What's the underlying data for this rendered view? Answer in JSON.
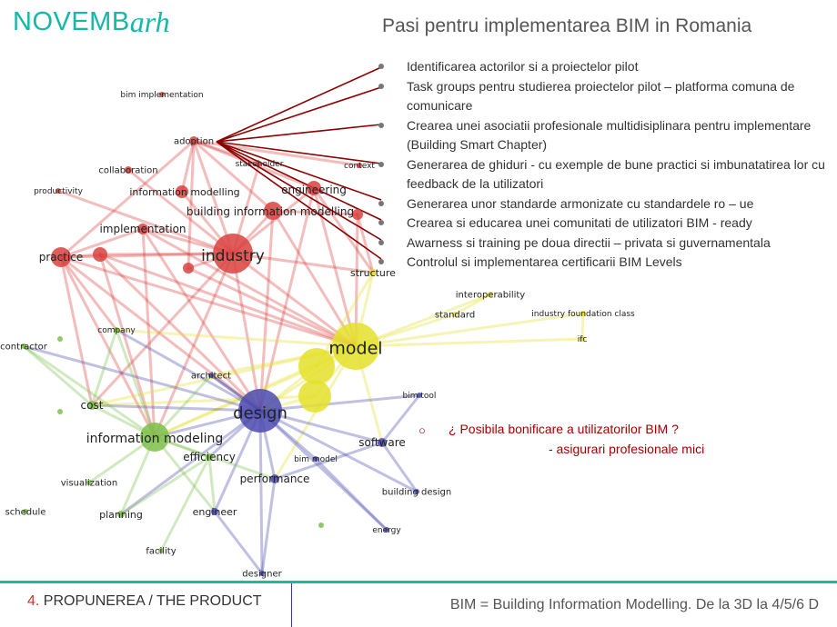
{
  "logo": {
    "caps": "NOVEMB",
    "script": "arh"
  },
  "title": "Pasi pentru implementarea BIM in Romania",
  "steps": [
    "Identificarea actorilor si a proiectelor pilot",
    "Task groups pentru studierea proiectelor pilot – platforma comuna de comunicare",
    "Crearea unei asociatii profesionale multidisiplinara pentru implementare (Building Smart Chapter)",
    "Generarea de ghiduri - cu exemple de bune practici si imbunatatirea lor cu feedback de la utilizatori",
    "Generarea unor standarde armonizate cu standardele ro – ue",
    "Crearea si educarea unei comunitati de utilizatori BIM - ready",
    "Awarness si training pe doua directii – privata si guvernamentala",
    "Controlul si implementarea certificarii BIM Levels"
  ],
  "note": {
    "bullet": "○",
    "question": "¿ Posibila bonificare a utilizatorilor BIM ?",
    "answer": "- asigurari profesionale mici"
  },
  "section": {
    "number": "4.",
    "label": " PROPUNEREA / THE PRODUCT"
  },
  "footer_note": "BIM = Building Information Modelling. De la 3D la 4/5/6 D",
  "network": {
    "cluster_colors": {
      "red": "#d9423f",
      "yellow": "#e4e02c",
      "blue": "#4b4ab0",
      "green": "#7cc04a"
    },
    "connector_color": "#8b0000",
    "terms": {
      "bim_implementation": "bim implementation",
      "adoption": "adoption",
      "collaboration": "collaboration",
      "productivity": "productivity",
      "information_modelling": "information modelling",
      "stakeholder": "stakeholder",
      "context": "context",
      "engineering": "engineering",
      "building_information_modelling": "building information modelling",
      "implementation": "implementation",
      "practice": "practice",
      "industry": "industry",
      "structure": "structure",
      "interoperability": "interoperability",
      "standard": "standard",
      "industry_foundation_class": "industry foundation class",
      "ifc": "ifc",
      "model": "model",
      "company": "company",
      "contractor": "contractor",
      "architect": "architect",
      "bim_tool": "bim tool",
      "cost": "cost",
      "design": "design",
      "information_modeling": "information modeling",
      "software": "software",
      "efficiency": "efficiency",
      "bim_model": "bim model",
      "visualization": "visualization",
      "performance": "performance",
      "building_design": "building design",
      "schedule": "schedule",
      "planning": "planning",
      "engineer": "engineer",
      "energy": "energy",
      "facility": "facility",
      "designer": "designer"
    }
  }
}
